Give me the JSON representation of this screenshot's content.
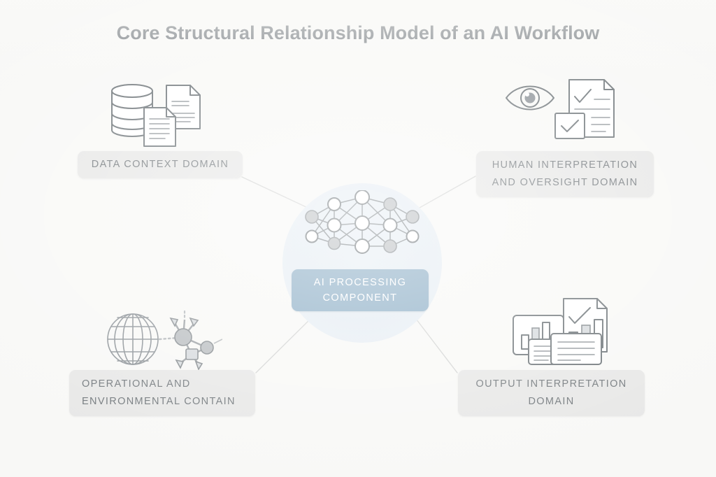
{
  "page": {
    "title": "Core Structural Relationship Model of an AI Workflow",
    "background_color": "#f8f8f6",
    "title_color": "#5b6268"
  },
  "hub": {
    "label_line1": "AI PROCESSING",
    "label_line2": "COMPONENT",
    "box_color": "#8badc5",
    "halo_color": "#e4ecf3",
    "icon": "neural-network-icon"
  },
  "nodes": [
    {
      "id": "data-context-domain",
      "position": "top-left",
      "label_line1": "DATA CONTEXT DOMAIN",
      "label_line2": "",
      "icon": "database-documents-icon",
      "chip_color": "#e7e7e6",
      "text_color": "#6e7478"
    },
    {
      "id": "human-interpretation-and-oversight-domain",
      "position": "top-right",
      "label_line1": "HUMAN INTERPRETATION",
      "label_line2": "AND OVERSIGHT DOMAIN",
      "icon": "eye-checklist-icon",
      "chip_color": "#e7e7e6",
      "text_color": "#6e7478"
    },
    {
      "id": "operational-and-environmental-contain",
      "position": "bottom-left",
      "label_line1": "OPERATIONAL AND",
      "label_line2": "ENVIRONMENTAL CONTAIN",
      "icon": "globe-molecule-icon",
      "chip_color": "#e7e7e6",
      "text_color": "#6e7478"
    },
    {
      "id": "output-interpretation-domain",
      "position": "bottom-right",
      "label_line1": "OUTPUT INTERPRETATION",
      "label_line2": "DOMAIN",
      "icon": "charts-report-icon",
      "chip_color": "#e7e7e6",
      "text_color": "#6e7478"
    }
  ],
  "connectors": {
    "color": "#d2d3d2",
    "count": 4,
    "description": "Thin straight lines linking the central AI processing hub to each of the four domain chips."
  }
}
